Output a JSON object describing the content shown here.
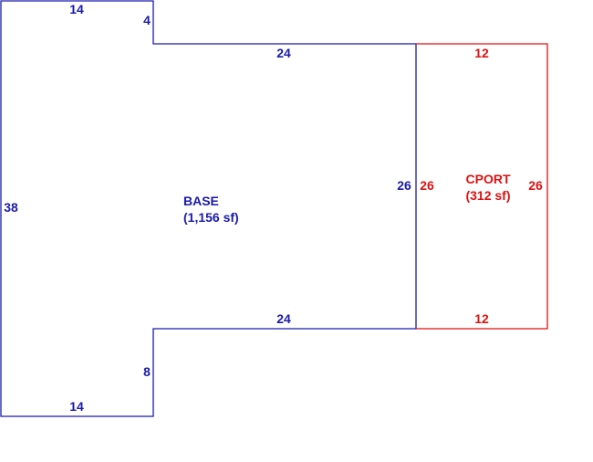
{
  "colors": {
    "base": "#1a1aaa",
    "cport": "#dd1111",
    "background": "#ffffff"
  },
  "base": {
    "name": "BASE",
    "area": "(1,156 sf)",
    "dims": {
      "top_left": "14",
      "notch_top": "4",
      "top_right": "24",
      "left": "38",
      "shared_wall": "26",
      "bottom_right": "24",
      "notch_bottom": "8",
      "bottom_left": "14"
    }
  },
  "cport": {
    "name": "CPORT",
    "area": "(312 sf)",
    "dims": {
      "top": "12",
      "left": "26",
      "right": "26",
      "bottom": "12"
    }
  }
}
